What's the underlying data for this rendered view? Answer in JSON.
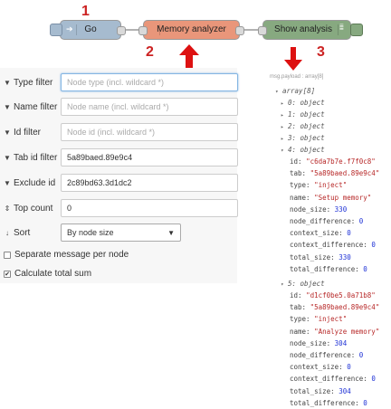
{
  "annotations": [
    "1",
    "2",
    "3"
  ],
  "flow": {
    "go_node": {
      "label": "Go"
    },
    "memory_node": {
      "label": "Memory analyzer"
    },
    "show_node": {
      "label": "Show analysis"
    }
  },
  "filters": {
    "type": {
      "label": "Type filter",
      "value": "",
      "placeholder": "Node type (incl. wildcard *)"
    },
    "name": {
      "label": "Name filter",
      "value": "",
      "placeholder": "Node name (incl. wildcard *)"
    },
    "id": {
      "label": "Id filter",
      "value": "",
      "placeholder": "Node id (incl. wildcard *)"
    },
    "tab": {
      "label": "Tab id filter",
      "value": "5a89baed.89e9c4",
      "placeholder": ""
    },
    "exclude": {
      "label": "Exclude id",
      "value": "2c89bd63.3d1dc2",
      "placeholder": ""
    },
    "top": {
      "label": "Top count",
      "value": "0",
      "placeholder": ""
    },
    "sort": {
      "label": "Sort",
      "value": "By node size"
    }
  },
  "options": {
    "separate": {
      "label": "Separate message per node",
      "checked": false
    },
    "calc_sum": {
      "label": "Calculate total sum",
      "checked": true
    }
  },
  "debug": {
    "header": "msg.payload : array[8]",
    "root": "array[8]",
    "collapsed": [
      "0: object",
      "1: object",
      "2: object",
      "3: object"
    ],
    "item4": {
      "label": "4: object",
      "fields": [
        {
          "k": "id:",
          "v": "\"c6da7b7e.f7f0c8\"",
          "t": "s"
        },
        {
          "k": "tab:",
          "v": "\"5a89baed.89e9c4\"",
          "t": "s"
        },
        {
          "k": "type:",
          "v": "\"inject\"",
          "t": "s"
        },
        {
          "k": "name:",
          "v": "\"Setup memory\"",
          "t": "s"
        },
        {
          "k": "node_size:",
          "v": "330",
          "t": "n"
        },
        {
          "k": "node_difference:",
          "v": "0",
          "t": "n"
        },
        {
          "k": "context_size:",
          "v": "0",
          "t": "n"
        },
        {
          "k": "context_difference:",
          "v": "0",
          "t": "n"
        },
        {
          "k": "total_size:",
          "v": "330",
          "t": "n"
        },
        {
          "k": "total_difference:",
          "v": "0",
          "t": "n"
        }
      ]
    },
    "item5": {
      "label": "5: object",
      "fields": [
        {
          "k": "id:",
          "v": "\"d1cf0be5.0a71b8\"",
          "t": "s"
        },
        {
          "k": "tab:",
          "v": "\"5a89baed.89e9c4\"",
          "t": "s"
        },
        {
          "k": "type:",
          "v": "\"inject\"",
          "t": "s"
        },
        {
          "k": "name:",
          "v": "\"Analyze memory\"",
          "t": "s"
        },
        {
          "k": "node_size:",
          "v": "304",
          "t": "n"
        },
        {
          "k": "node_difference:",
          "v": "0",
          "t": "n"
        },
        {
          "k": "context_size:",
          "v": "0",
          "t": "n"
        },
        {
          "k": "context_difference:",
          "v": "0",
          "t": "n"
        },
        {
          "k": "total_size:",
          "v": "304",
          "t": "n"
        },
        {
          "k": "total_difference:",
          "v": "0",
          "t": "n"
        }
      ]
    }
  },
  "colors": {
    "go_node": "#a6bbcf",
    "memory_node": "#e9967a",
    "show_node": "#87a980",
    "arrow": "#dd1111"
  }
}
